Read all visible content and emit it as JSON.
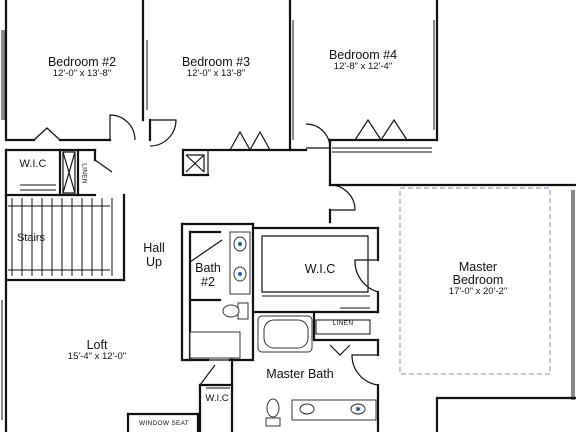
{
  "rooms": {
    "bedroom2": {
      "name": "Bedroom #2",
      "dims": "12'-0\" x 13'-8\""
    },
    "bedroom3": {
      "name": "Bedroom #3",
      "dims": "12'-0\" x 13'-8\""
    },
    "bedroom4": {
      "name": "Bedroom #4",
      "dims": "12'-8\" x 12'-4\""
    },
    "master_bedroom": {
      "name_line1": "Master",
      "name_line2": "Bedroom",
      "dims": "17'-0\" x 20'-2\""
    },
    "loft": {
      "name": "Loft",
      "dims": "15'-4\" x 12'-0\""
    },
    "stairs": {
      "name": "Stairs"
    },
    "hall": {
      "line1": "Hall",
      "line2": "Up"
    },
    "bath2": {
      "line1": "Bath",
      "line2": "#2"
    },
    "master_bath": {
      "name": "Master Bath"
    },
    "wic_left": {
      "name": "W.I.C"
    },
    "wic_master": {
      "name": "W.I.C"
    },
    "wic_small": {
      "name": "W.I.C"
    }
  },
  "labels": {
    "linen_vertical": "LINEN",
    "linen_master": "LINEN",
    "window_seat": "WINDOW SEAT"
  },
  "colors": {
    "wall": "#111111",
    "ceiling_outline": "#8a86b8",
    "fixture": "#555555",
    "faucet_blue": "#2b5db8"
  }
}
